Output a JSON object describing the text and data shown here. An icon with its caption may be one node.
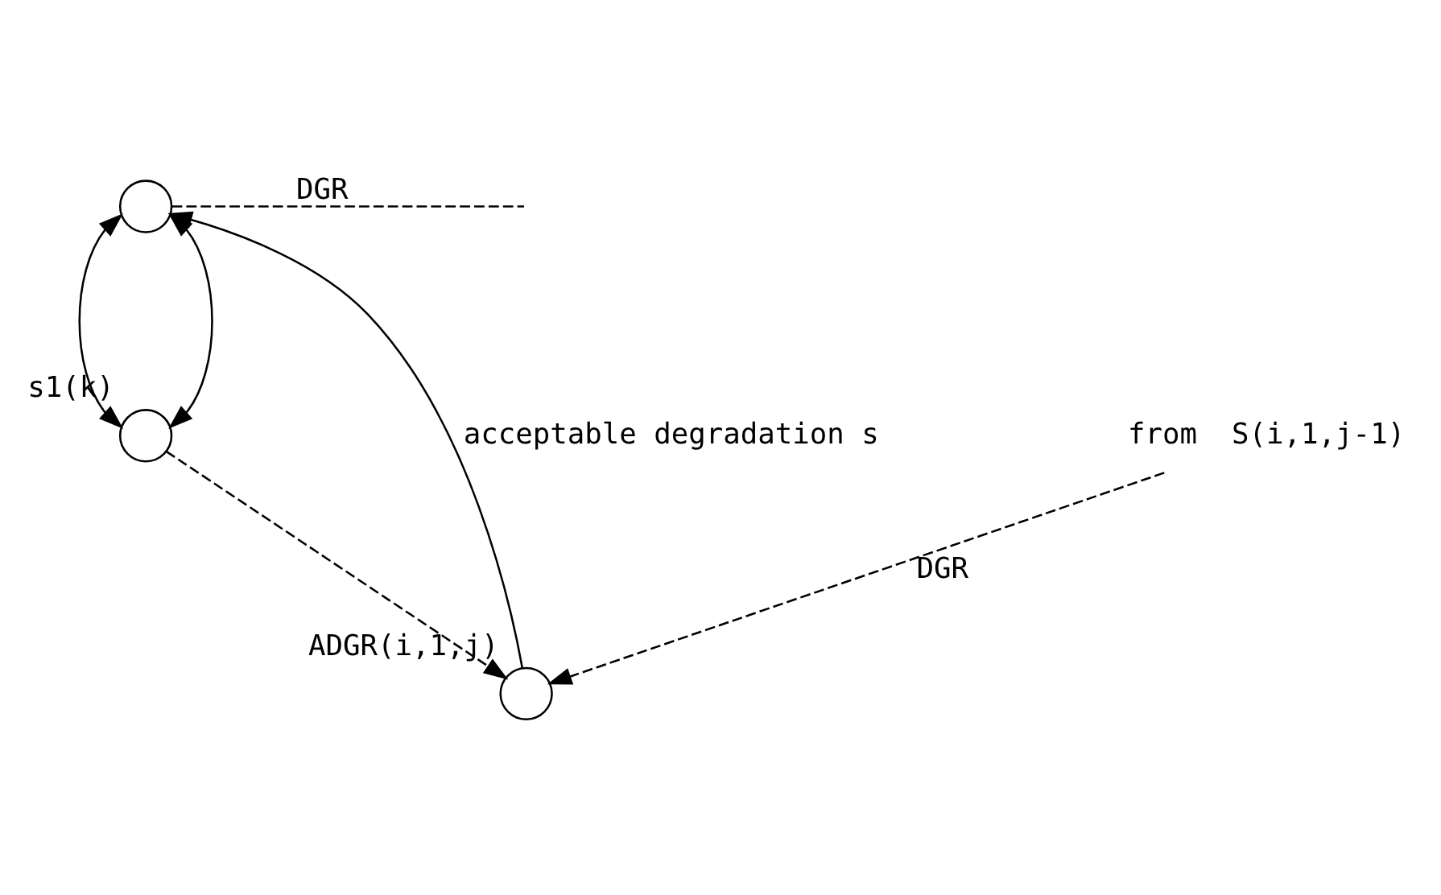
{
  "diagram": {
    "nodes": [
      {
        "text": [],
        "shape": "circle"
      },
      {
        "text": [],
        "shape": "circle",
        "beside": [
          "s1(k)"
        ]
      },
      {
        "text": [],
        "shape": "circle",
        "beside": [
          "ADGR(i,1,j)"
        ]
      },
      {
        "text": [
          "from  S(i,1,j-1)"
        ]
      }
    ],
    "edges": [
      {
        "from": 0,
        "to": null,
        "arrow": "none",
        "style": "dashed",
        "label": "DGR"
      },
      {
        "from": 1,
        "to": 0,
        "arrow": "both"
      },
      {
        "from": 0,
        "to": 1,
        "arrow": "both"
      },
      {
        "from": 2,
        "to": 0,
        "arrow": "to",
        "label": "acceptable degradation s"
      },
      {
        "from": 1,
        "to": 2,
        "arrow": "to",
        "style": "dashed"
      },
      {
        "from": 3,
        "to": 2,
        "arrow": "to",
        "style": "dashed",
        "label": "DGR"
      }
    ]
  }
}
